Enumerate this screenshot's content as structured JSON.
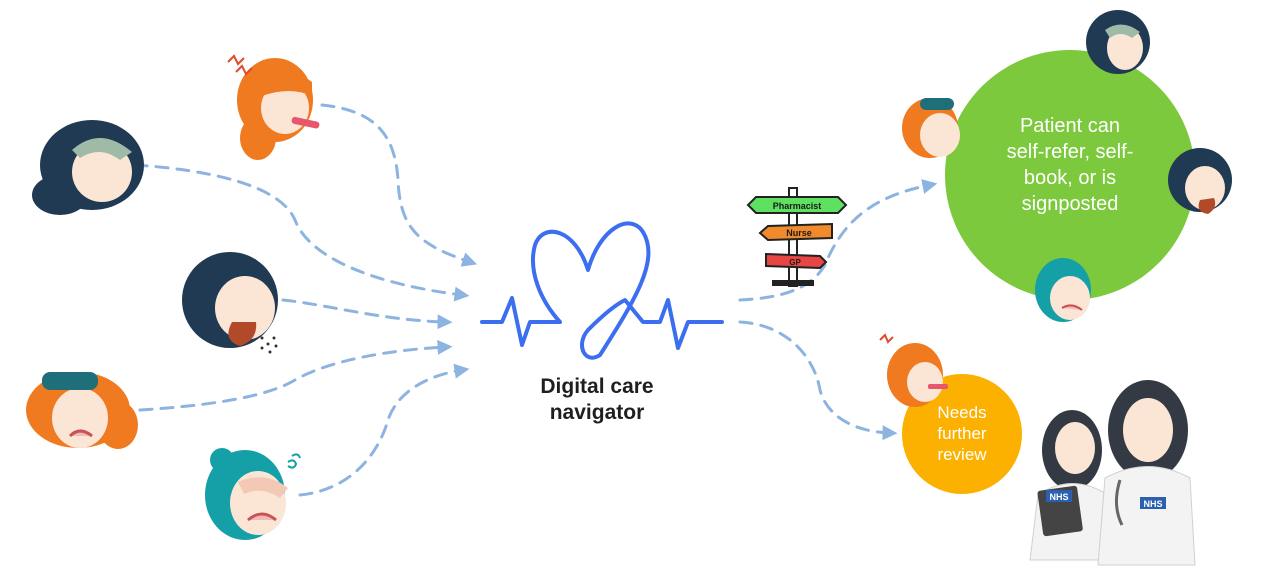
{
  "navigator": {
    "title_line1": "Digital care",
    "title_line2": "navigator"
  },
  "outcomes": {
    "self_care": {
      "text_lines": [
        "Patient can",
        "self-refer, self-",
        "book, or is",
        "signposted"
      ],
      "color": "#7dc93e"
    },
    "review": {
      "text_lines": [
        "Needs",
        "further",
        "review"
      ],
      "color": "#fcb000"
    }
  },
  "signpost": {
    "top": "Pharmacist",
    "middle": "Nurse",
    "bottom": "GP"
  },
  "badges": {
    "left": "NHS",
    "right": "NHS"
  },
  "colors": {
    "heart": "#3b6ff0",
    "arrows": "#8db4e0",
    "hair_orange": "#f07a1f",
    "hair_navy": "#1f3a52",
    "hair_teal": "#15a0a8",
    "skin": "#fbe6d6"
  }
}
